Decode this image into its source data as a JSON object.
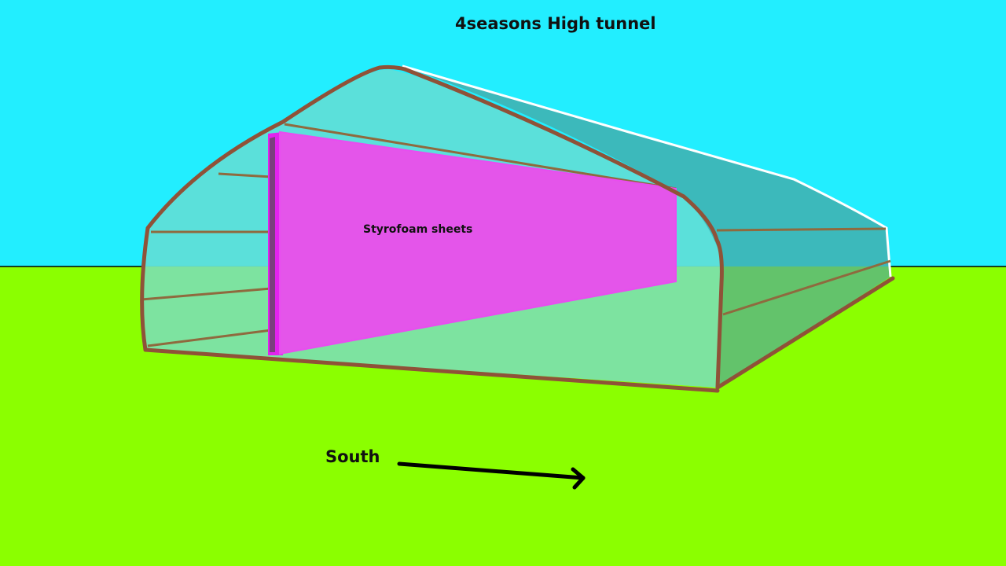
{
  "title": "4seasons High tunnel",
  "labels": {
    "styrofoam": "Styrofoam sheets",
    "direction": "South"
  },
  "colors": {
    "sky": "#22eeff",
    "ground": "#8bff00",
    "frame": "#8f5238",
    "cover_front": "#5fded8",
    "cover_side": "#3cb9bb",
    "cover_ground_front": "#7de3a0",
    "cover_ground_side": "#63c36b",
    "styrofoam": "#e455ea",
    "styrofoam_edge": "#e223ee",
    "ridge_highlight": "#ffffff",
    "arrow": "#000000"
  }
}
